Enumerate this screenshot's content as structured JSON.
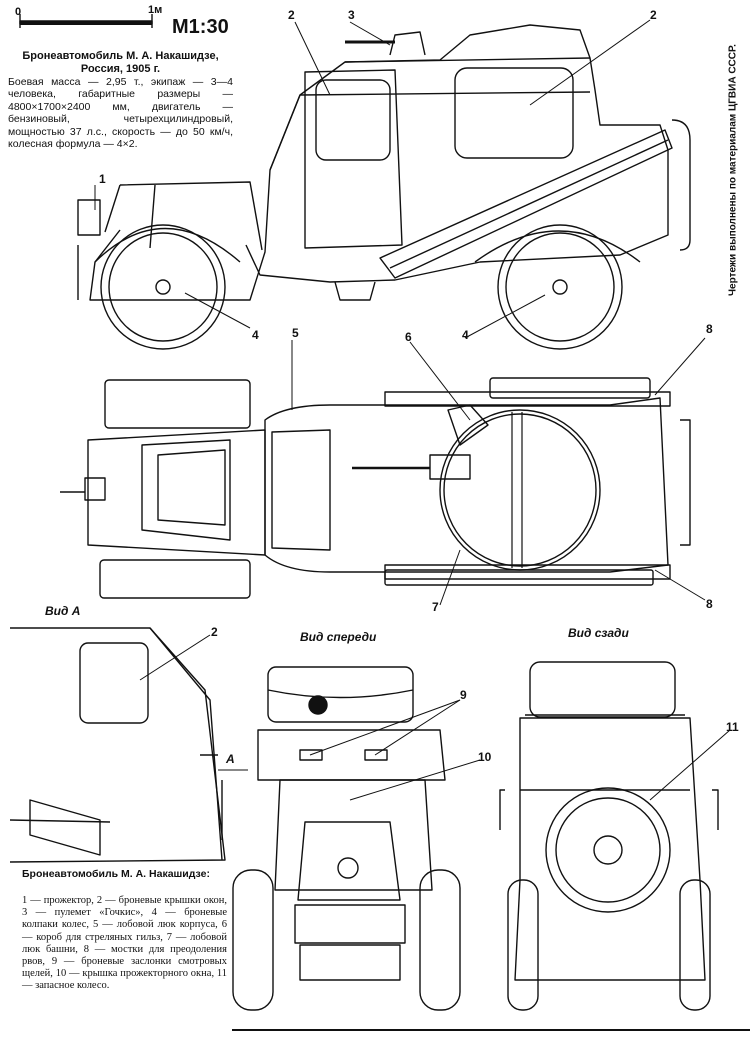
{
  "scale": {
    "zero": "0",
    "one": "1",
    "unit": "м",
    "label": "М1:30"
  },
  "title": "Бронеавтомобиль М. А. Накашидзе, Россия, 1905 г.",
  "specs": "Боевая масса — 2,95 т., экипаж — 3—4 человека, габаритные размеры — 4800×1700×2400 мм, двигатель — бензиновый, четырехцилиндровый, мощностью 37 л.с., скорость — до 50 км/ч, колесная формула — 4×2.",
  "credit": "Чертежи выполнены по материалам ЦГВИА СССР.",
  "views": {
    "a": "Вид А",
    "front": "Вид спереди",
    "rear": "Вид сзади",
    "arrow": "А"
  },
  "callouts": [
    "1",
    "2",
    "3",
    "4",
    "5",
    "6",
    "7",
    "8",
    "9",
    "10",
    "11"
  ],
  "legend_title": "Бронеавтомобиль М. А. Накашидзе:",
  "legend_text": "1 — прожектор, 2 — броневые крышки окон, 3 — пулемет «Гочкис», 4 — броневые колпаки колес, 5 — лобовой люк корпуса, 6 — короб для стреляных гильз, 7 — лобовой люк башни, 8 — мостки для преодоления рвов, 9 — броневые заслонки смотровых щелей, 10 — крышка прожекторного окна, 11 — запасное колесо."
}
